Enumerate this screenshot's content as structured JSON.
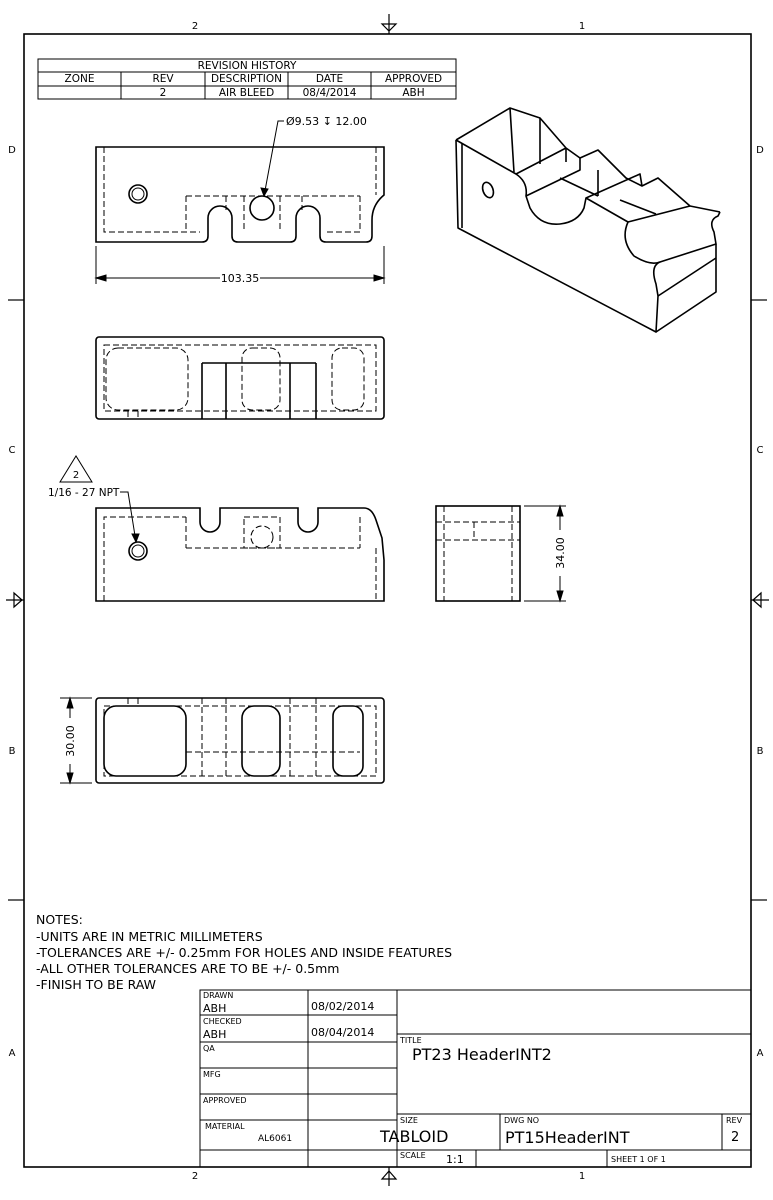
{
  "zones": {
    "top": [
      "2",
      "1"
    ],
    "bottom": [
      "2",
      "1"
    ],
    "left": [
      "D",
      "C",
      "B",
      "A"
    ],
    "right": [
      "D",
      "C",
      "B",
      "A"
    ]
  },
  "revision_history": {
    "title": "REVISION HISTORY",
    "headers": [
      "ZONE",
      "REV",
      "DESCRIPTION",
      "DATE",
      "APPROVED"
    ],
    "row": [
      "",
      "2",
      "AIR BLEED",
      "08/4/2014",
      "ABH"
    ]
  },
  "dimensions": {
    "hole_callout": "Ø9.53 ↧ 12.00",
    "length": "103.35",
    "height": "34.00",
    "width": "30.00",
    "thread_callout": "1/16 - 27 NPT",
    "revision_marker": "2"
  },
  "notes": {
    "heading": "NOTES:",
    "lines": [
      "-UNITS ARE IN METRIC MILLIMETERS",
      "-TOLERANCES ARE +/- 0.25mm FOR HOLES AND INSIDE FEATURES",
      "-ALL OTHER TOLERANCES ARE TO BE +/- 0.5mm",
      "-FINISH TO BE RAW"
    ]
  },
  "title_block": {
    "drawn_label": "DRAWN",
    "drawn_by": "ABH",
    "drawn_date": "08/02/2014",
    "checked_label": "CHECKED",
    "checked_by": "ABH",
    "checked_date": "08/04/2014",
    "qa_label": "QA",
    "mfg_label": "MFG",
    "approved_label": "APPROVED",
    "material_label": "MATERIAL",
    "material_value": "AL6061",
    "title_label": "TITLE",
    "title_value": "PT23 HeaderINT2",
    "size_label": "SIZE",
    "size_value": "TABLOID",
    "dwg_no_label": "DWG NO",
    "dwg_no_value": "PT15HeaderINT",
    "rev_label": "REV",
    "rev_value": "2",
    "scale_label": "SCALE",
    "scale_value": "1:1",
    "sheet_value": "SHEET 1 OF 1"
  }
}
